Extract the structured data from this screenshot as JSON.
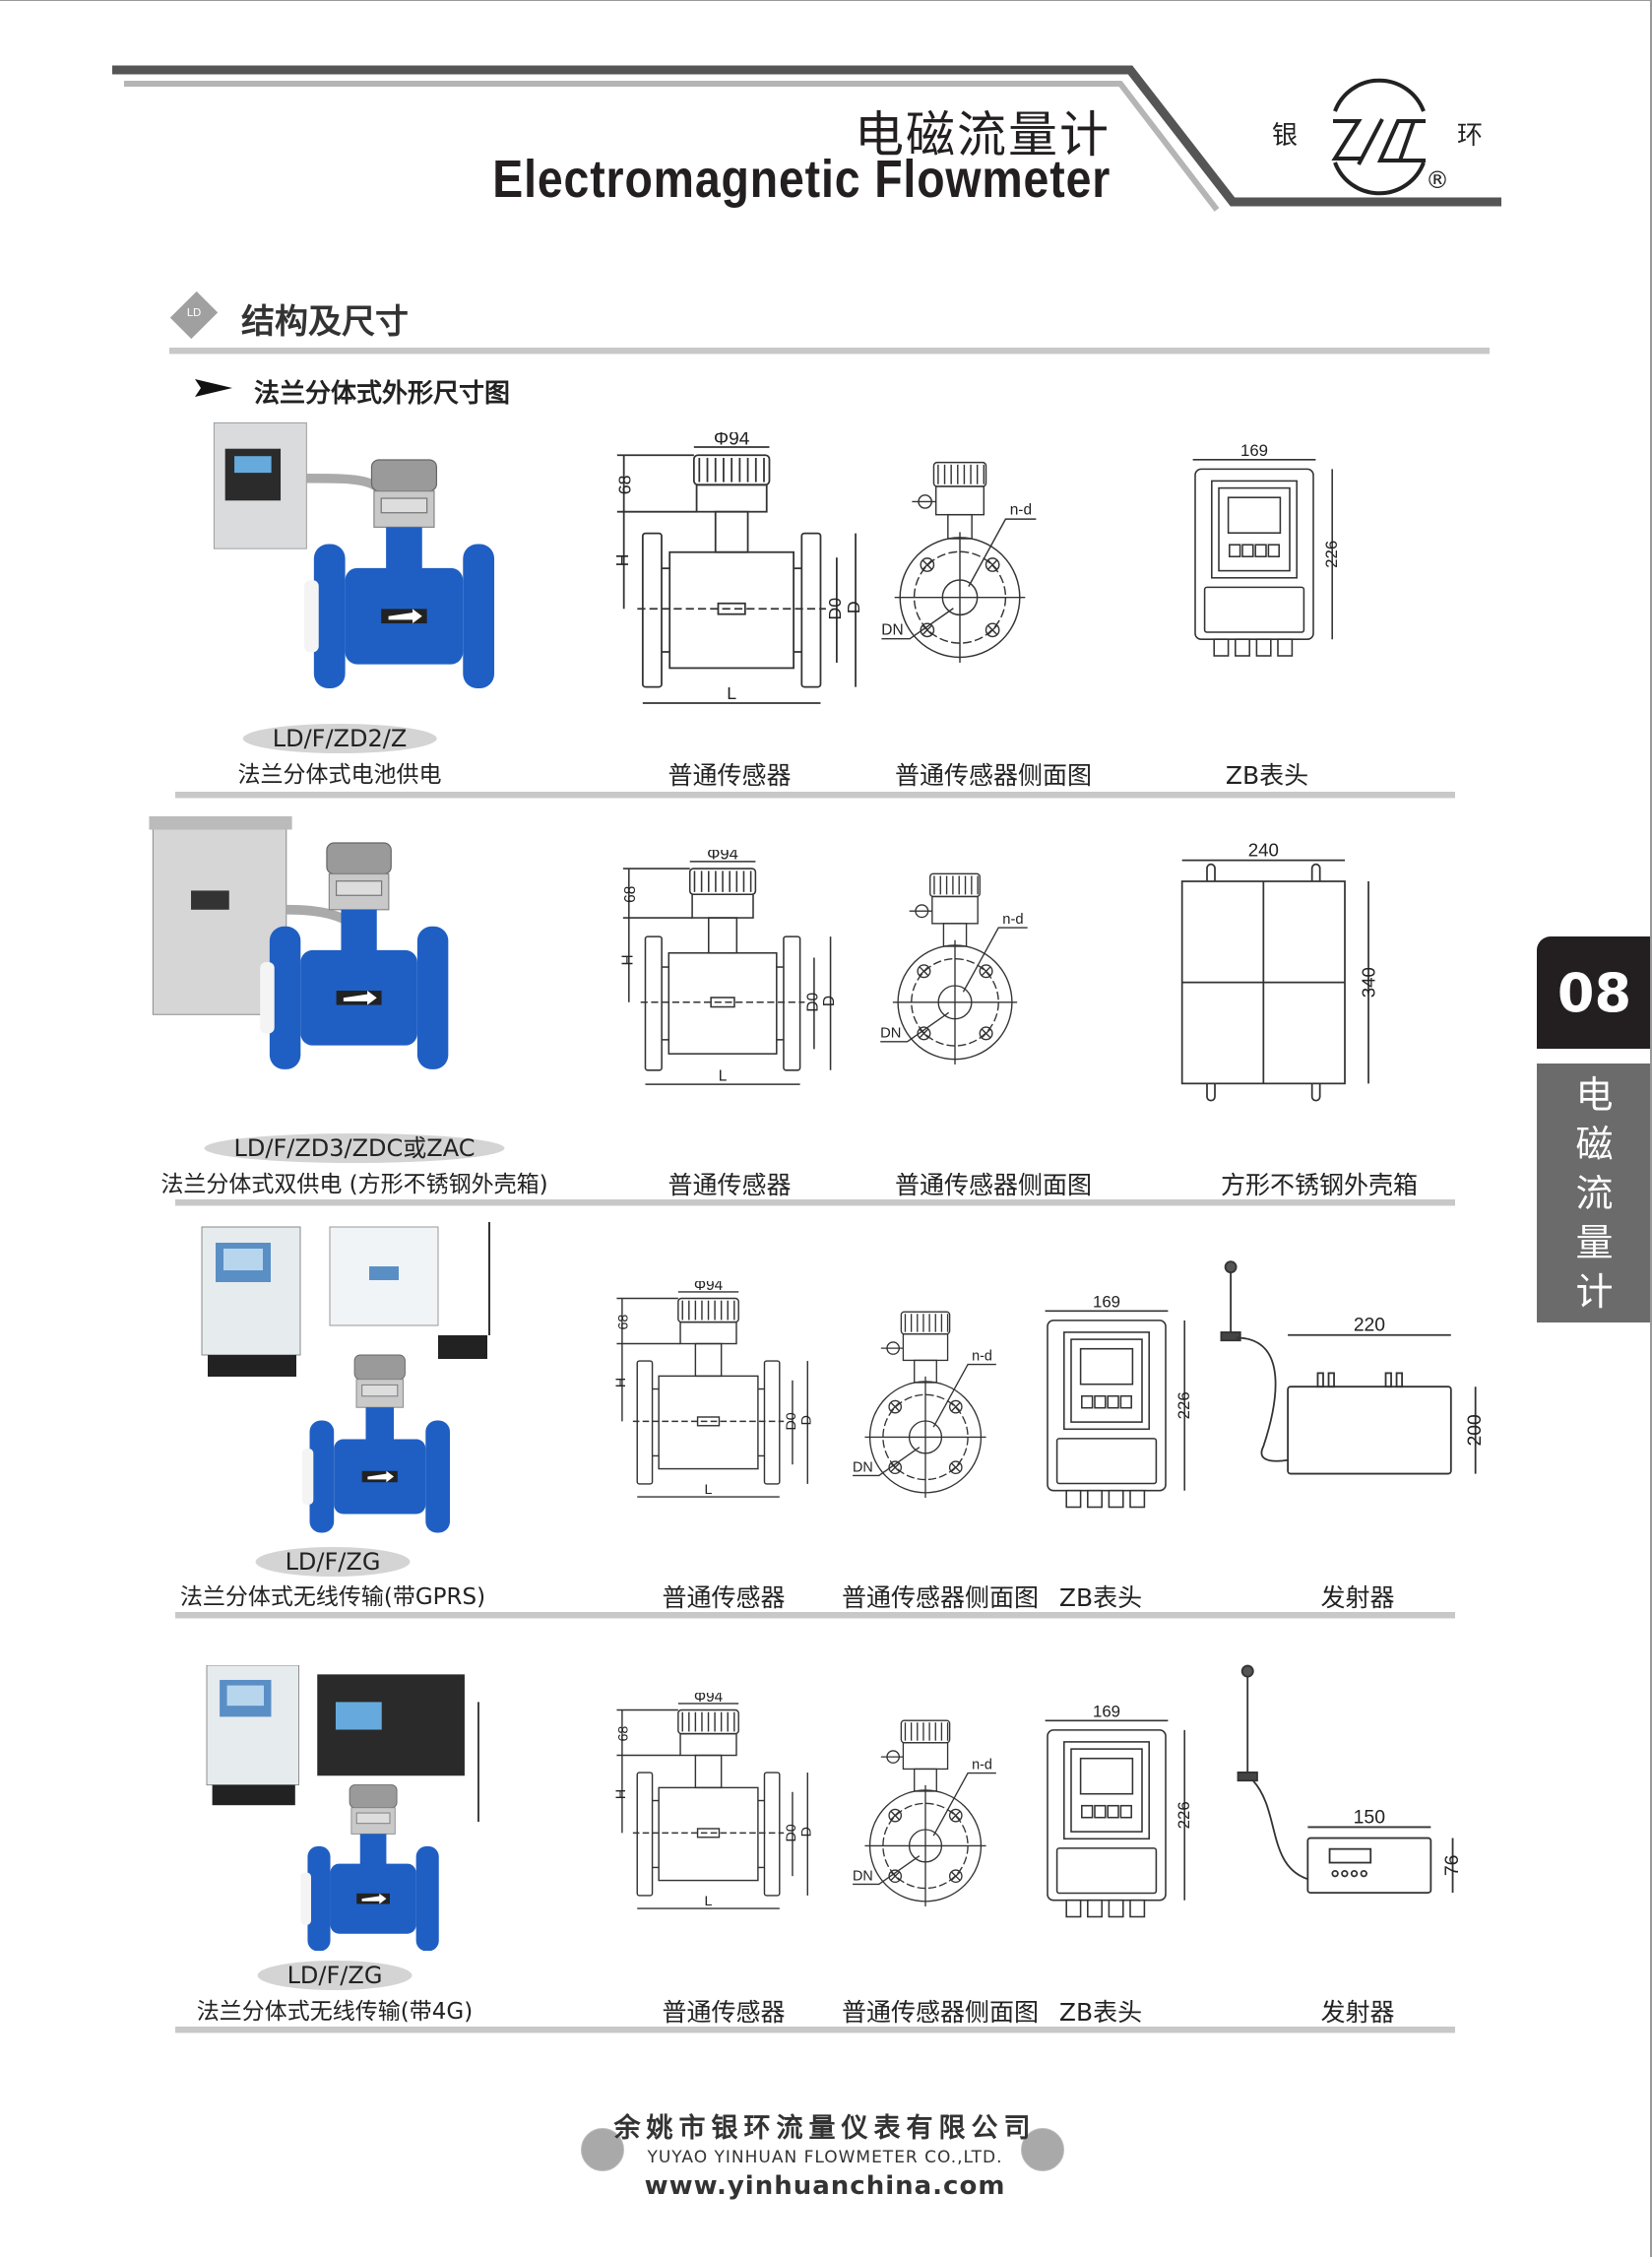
{
  "header": {
    "title_cn": "电磁流量计",
    "title_en": "Electromagnetic Flowmeter",
    "logo": {
      "left_char": "银",
      "right_char": "环",
      "mark": "®"
    }
  },
  "section": {
    "badge": "LD",
    "title": "结构及尺寸",
    "subtitle": "法兰分体式外形尺寸图"
  },
  "side_tab": {
    "number": "08",
    "chars": [
      "电",
      "磁",
      "流",
      "量",
      "计"
    ]
  },
  "rows": [
    {
      "model": "LD/F/ZD2/Z",
      "desc": "法兰分体式电池供电",
      "captions": [
        "普通传感器",
        "普通传感器侧面图",
        "ZB表头"
      ],
      "sensor": {
        "phi": "Φ94",
        "h1": "68",
        "H": "H",
        "D0": "D0",
        "D": "D",
        "L": "L"
      },
      "side": {
        "nd": "n-d",
        "dn": "DN"
      },
      "third": {
        "type": "zb-head",
        "w": "169",
        "h": "226"
      }
    },
    {
      "model": "LD/F/ZD3/ZDC或ZAC",
      "desc": "法兰分体式双供电  (方形不锈钢外壳箱)",
      "captions": [
        "普通传感器",
        "普通传感器侧面图",
        "方形不锈钢外壳箱"
      ],
      "sensor": {
        "phi": "Φ94",
        "h1": "68",
        "H": "H",
        "D0": "D0",
        "D": "D",
        "L": "L"
      },
      "side": {
        "nd": "n-d",
        "dn": "DN"
      },
      "third": {
        "type": "steel-box",
        "w": "240",
        "h": "340"
      }
    },
    {
      "model": "LD/F/ZG",
      "desc": "法兰分体式无线传输(带GPRS)",
      "captions": [
        "普通传感器",
        "普通传感器侧面图",
        "ZB表头",
        "发射器"
      ],
      "sensor": {
        "phi": "Φ94",
        "h1": "68",
        "H": "H",
        "D0": "D0",
        "D": "D",
        "L": "L"
      },
      "side": {
        "nd": "n-d",
        "dn": "DN"
      },
      "third": {
        "type": "zb-head",
        "w": "169",
        "h": "226"
      },
      "fourth": {
        "type": "transmitter-large",
        "w": "220",
        "h": "200"
      }
    },
    {
      "model": "LD/F/ZG",
      "desc": "法兰分体式无线传输(带4G)",
      "captions": [
        "普通传感器",
        "普通传感器侧面图",
        "ZB表头",
        "发射器"
      ],
      "sensor": {
        "phi": "Φ94",
        "h1": "68",
        "H": "H",
        "D0": "D0",
        "D": "D",
        "L": "L"
      },
      "side": {
        "nd": "n-d",
        "dn": "DN"
      },
      "third": {
        "type": "zb-head",
        "w": "169",
        "h": "226"
      },
      "fourth": {
        "type": "transmitter-small",
        "w": "150",
        "h": "76"
      }
    }
  ],
  "footer": {
    "company_cn": "余姚市银环流量仪表有限公司",
    "company_en": "YUYAO YINHUAN FLOWMETER CO.,LTD.",
    "url": "www.yinhuanchina.com"
  },
  "colors": {
    "sensor_blue": "#1f5fc4",
    "rule_gray": "#c8c8c8",
    "tab_dark": "#231f20",
    "tab_gray": "#6b6b6b"
  }
}
